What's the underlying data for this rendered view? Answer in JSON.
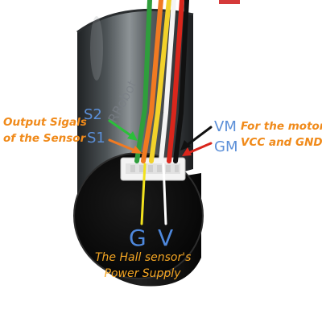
{
  "watermark": "RRobot",
  "labels": {
    "s2": "S2",
    "s1": "S1",
    "vm": "VM",
    "gm": "GM",
    "g": "G",
    "v": "V"
  },
  "notes": {
    "output_line1": "Output Sigals",
    "output_line2": "of the Sensor",
    "motor_line1": "For the motor's",
    "motor_line2": "VCC and GND",
    "hall_line1": "The Hall sensor's",
    "hall_line2": "Power Supply"
  },
  "colors": {
    "wire_green": "#2f9e3c",
    "wire_orange": "#f07a22",
    "wire_yellow": "#f2d22a",
    "wire_white": "#f4f4f4",
    "wire_red": "#d9261c",
    "wire_black": "#111111",
    "pin_blue": "#5b8fd8",
    "note_orange": "#f08a1a"
  }
}
